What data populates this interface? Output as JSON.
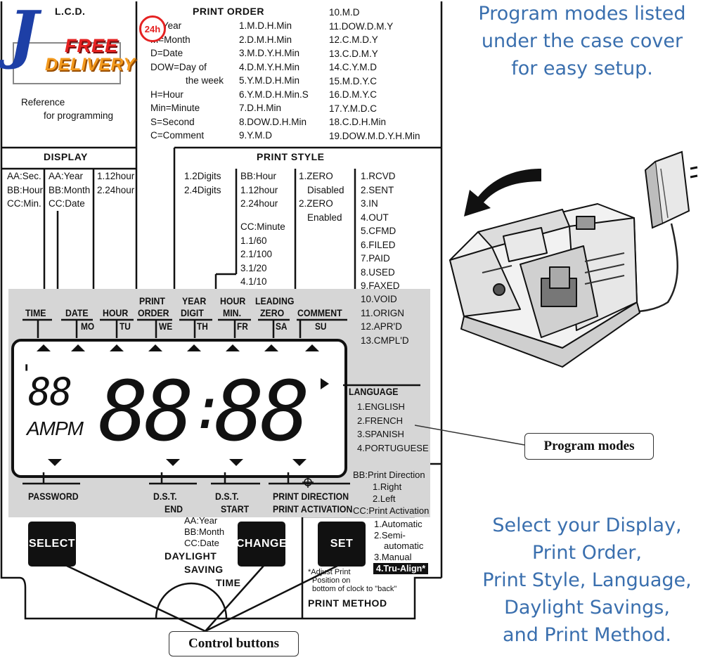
{
  "logo": {
    "letter": "J"
  },
  "promo": {
    "badge": "24h",
    "line1": "FREE",
    "line2": "DELIVERY"
  },
  "lcd_ref": {
    "title": "L.C.D.",
    "note_line1": "Reference",
    "note_line2": "for programming"
  },
  "print_order": {
    "title": "PRINT ORDER",
    "legend": [
      "Y=Year",
      "M=Month",
      "D=Date",
      "DOW=Day of",
      "the week",
      "H=Hour",
      "Min=Minute",
      "S=Second",
      "C=Comment"
    ],
    "col1": [
      "1.M.D.H.Min",
      "2.D.M.H.Min",
      "3.M.D.Y.H.Min",
      "4.D.M.Y.H.Min",
      "5.Y.M.D.H.Min",
      "6.Y.M.D.H.Min.S",
      "7.D.H.Min",
      "8.DOW.D.H.Min",
      "9.Y.M.D"
    ],
    "col2": [
      "10.M.D",
      "11.DOW.D.M.Y",
      "12.C.M.D.Y",
      "13.C.D.M.Y",
      "14.C.Y.M.D",
      "15.M.D.Y.C",
      "16.D.M.Y.C",
      "17.Y.M.D.C",
      "18.C.D.H.Min",
      "19.DOW.M.D.Y.H.Min"
    ]
  },
  "display": {
    "title": "DISPLAY",
    "col1": [
      "AA:Sec.",
      "BB:Hour",
      "CC:Min."
    ],
    "col2": [
      "AA:Year",
      "BB:Month",
      "CC:Date"
    ],
    "col3": [
      "1.12hour",
      "2.24hour"
    ]
  },
  "print_style": {
    "title": "PRINT STYLE",
    "digits": [
      "1.2Digits",
      "2.4Digits"
    ],
    "hour": [
      "BB:Hour",
      "1.12hour",
      "2.24hour"
    ],
    "minute": [
      "CC:Minute",
      "1.1/60",
      "2.1/100",
      "3.1/20",
      "4.1/10"
    ],
    "zero": [
      "1.ZERO",
      "Disabled",
      "2.ZERO",
      "Enabled"
    ],
    "comments": [
      "1.RCVD",
      "2.SENT",
      "3.IN",
      "4.OUT",
      "5.CFMD",
      "6.FILED",
      "7.PAID",
      "8.USED",
      "9.FAXED",
      "10.VOID",
      "11.ORIGN",
      "12.APR'D",
      "13.CMPL'D"
    ]
  },
  "lcd_labels": {
    "time": "TIME",
    "date": "DATE",
    "mo": "MO",
    "hour": "HOUR",
    "tu": "TU",
    "print_order_1": "PRINT",
    "print_order_2": "ORDER",
    "we": "WE",
    "year_1": "YEAR",
    "year_2": "DIGIT",
    "th": "TH",
    "hourmin_1": "HOUR",
    "hourmin_2": "MIN.",
    "fr": "FR",
    "leading_1": "LEADING",
    "leading_2": "ZERO",
    "sa": "SA",
    "comment": "COMMENT",
    "su": "SU",
    "password": "PASSWORD",
    "dst_end_1": "D.S.T.",
    "dst_end_2": "END",
    "dst_start_1": "D.S.T.",
    "dst_start_2": "START",
    "print_dir": "PRINT DIRECTION",
    "print_act": "PRINT ACTIVATION"
  },
  "lcd_screen": {
    "small_digits": "88",
    "big_left": "88",
    "colon": ":",
    "big_right": "88",
    "ampm": "AMPM",
    "apostrophe": "'"
  },
  "language": {
    "title": "LANGUAGE",
    "options": [
      "1.ENGLISH",
      "2.FRENCH",
      "3.SPANISH",
      "4.PORTUGUESE"
    ]
  },
  "print_direction": {
    "lines": [
      "BB:Print Direction",
      "1.Right",
      "2.Left",
      "CC:Print Activation"
    ]
  },
  "print_method": {
    "options": [
      "1.Automatic",
      "2.Semi-",
      "automatic",
      "3.Manual"
    ],
    "tru_align": "4.Tru-Align*",
    "note": [
      "*Adjust Print",
      "Position on",
      "bottom of clock to \"back\""
    ],
    "title": "PRINT METHOD"
  },
  "buttons": {
    "select": "SELECT",
    "change": "CHANGE",
    "set": "SET"
  },
  "dst": {
    "options": [
      "AA:Year",
      "BB:Month",
      "CC:Date"
    ],
    "title_1": "DAYLIGHT",
    "title_2": "SAVING",
    "title_3": "TIME"
  },
  "callouts": {
    "program_modes": "Program modes",
    "control_buttons": "Control buttons"
  },
  "headline_top": [
    "Program modes listed",
    "under the case cover",
    "for easy setup."
  ],
  "headline_bottom": [
    "Select your Display,",
    "Print Order,",
    "Print Style, Language,",
    "Daylight Savings,",
    "and Print Method."
  ],
  "colors": {
    "accent_blue": "#3a6fae",
    "panel_gray": "#d6d6d6",
    "promo_red": "#e52222",
    "promo_orange": "#f39a1e",
    "logo_blue": "#1d3fa6"
  }
}
